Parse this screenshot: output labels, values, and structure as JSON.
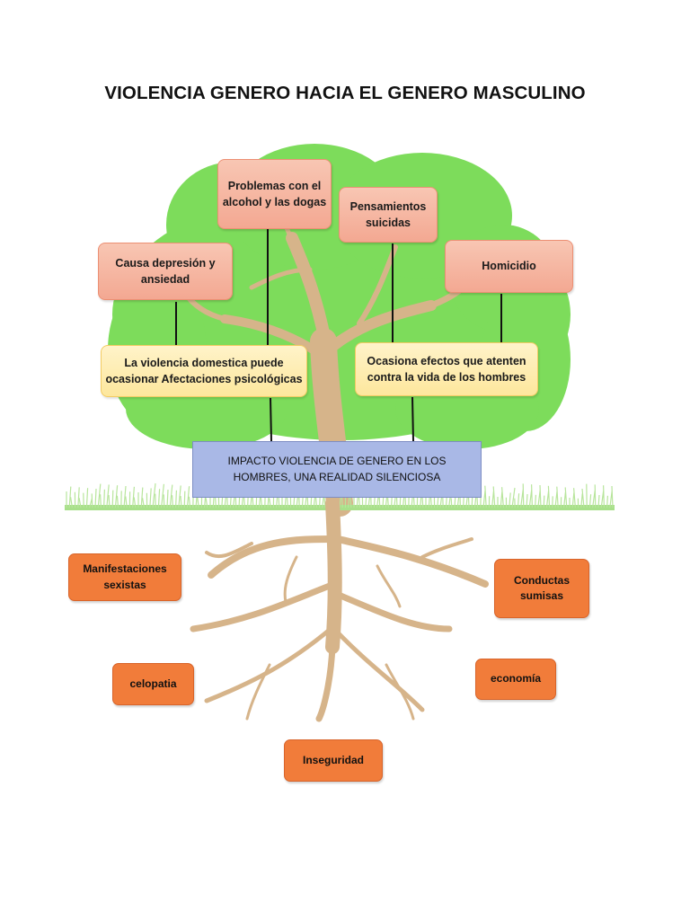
{
  "title": "VIOLENCIA GENERO HACIA EL GENERO MASCULINO",
  "colors": {
    "foliage": "#7ddc5b",
    "trunk": "#d6b48a",
    "grass": "#a8e08a",
    "salmon": "#f5b19c",
    "yellow": "#fde9a6",
    "center": "#a9b8e6",
    "orange": "#f17c3a"
  },
  "consequences": {
    "problemas_alcohol": "Problemas con el alcohol y las dogas",
    "pensamientos": "Pensamientos suicidas",
    "depresion": "Causa depresión y ansiedad",
    "homicidio": "Homicidio"
  },
  "effects": {
    "psicologicas": "La violencia domestica puede ocasionar Afectaciones psicológicas",
    "vida": "Ocasiona efectos que atenten contra la vida de los hombres"
  },
  "center": "IMPACTO VIOLENCIA DE GENERO EN LOS HOMBRES, UNA REALIDAD SILENCIOSA",
  "causes": {
    "manifestaciones": "Manifestaciones sexistas",
    "conductas": "Conductas sumisas",
    "celopatia": "celopatia",
    "economia": "economía",
    "inseguridad": "Inseguridad"
  }
}
